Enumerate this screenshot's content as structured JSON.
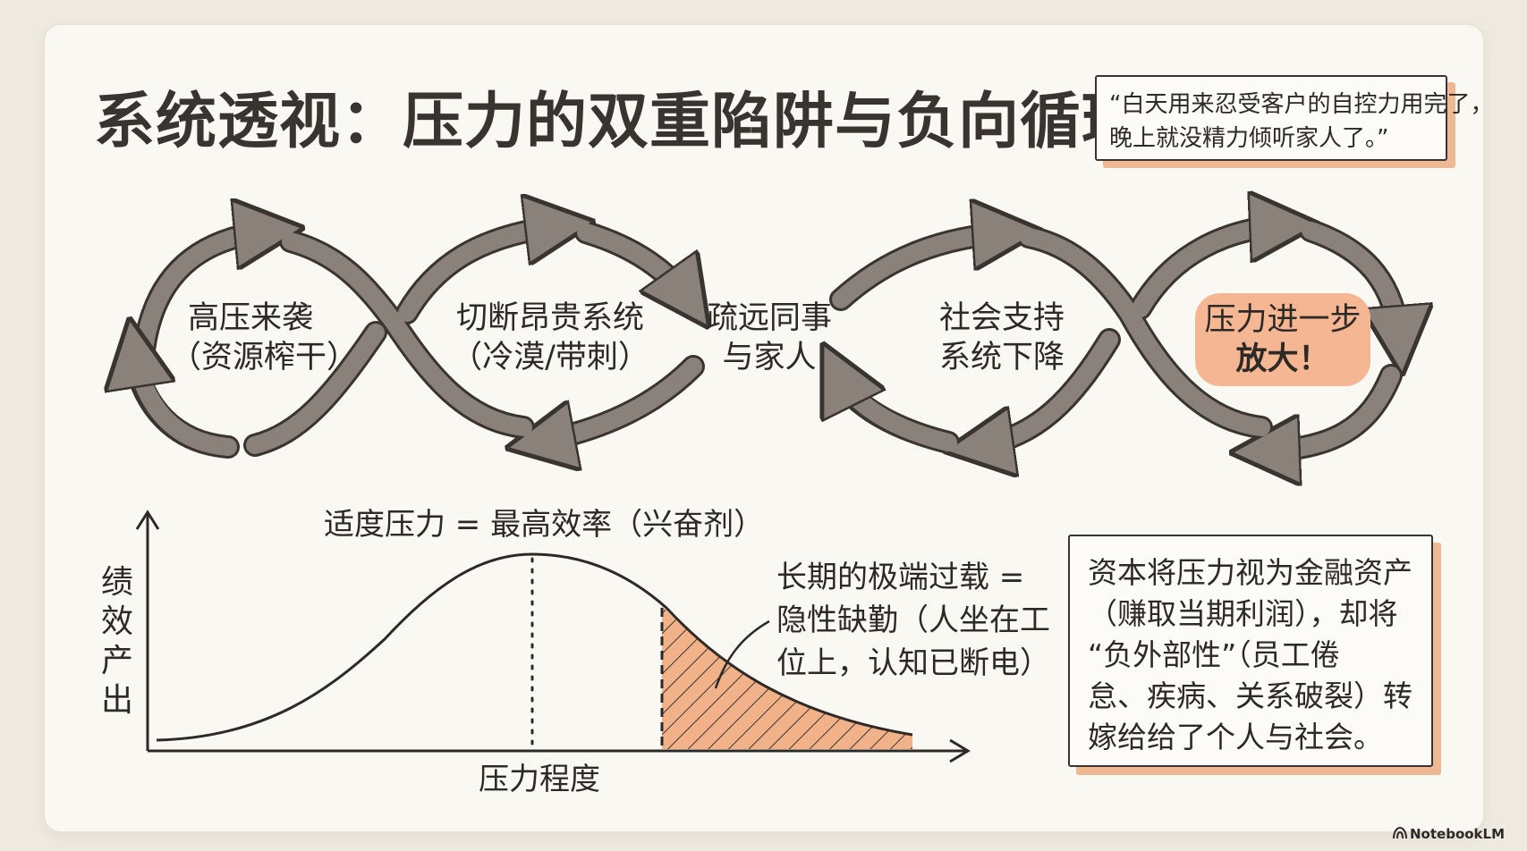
{
  "title": "系统透视：压力的双重陷阱与负向循环",
  "quote": {
    "line1": "“白天用来忍受客户的自控力用完了，",
    "line2": "晚上就没精力倾听家人了。”"
  },
  "loop_left": {
    "left_label": [
      "高压来袭",
      "（资源榨干）"
    ],
    "right_label": [
      "切断昂贵系统",
      "（冷漠/带刺）"
    ]
  },
  "center_label": [
    "疏远同事",
    "与家人"
  ],
  "loop_right": {
    "left_label": [
      "社会支持",
      "系统下降"
    ],
    "right_label": [
      "压力进一步",
      "放大！"
    ]
  },
  "curve": {
    "top_label": "适度压力 = 最高效率（兴奋剂）",
    "y_axis_label": [
      "绩",
      "效",
      "产",
      "出"
    ],
    "x_axis_label": "压力程度",
    "overload_label": [
      "长期的极端过载 =",
      "隐性缺勤（人坐在工",
      "位上，认知已断电）"
    ]
  },
  "note": {
    "lines": [
      "资本将压力视为金融资产",
      "（赚取当期利润），却将",
      "“负外部性”（员工倦",
      "怠、疾病、关系破裂）转",
      "嫁给给了个人与社会。"
    ]
  },
  "brand": "NotebookLM",
  "colors": {
    "arrow": "#8a817a",
    "arrow_outline": "#3a3430",
    "highlight": "#f4b693",
    "shadow": "#efb894",
    "hatch_fill": "#f2b289"
  }
}
